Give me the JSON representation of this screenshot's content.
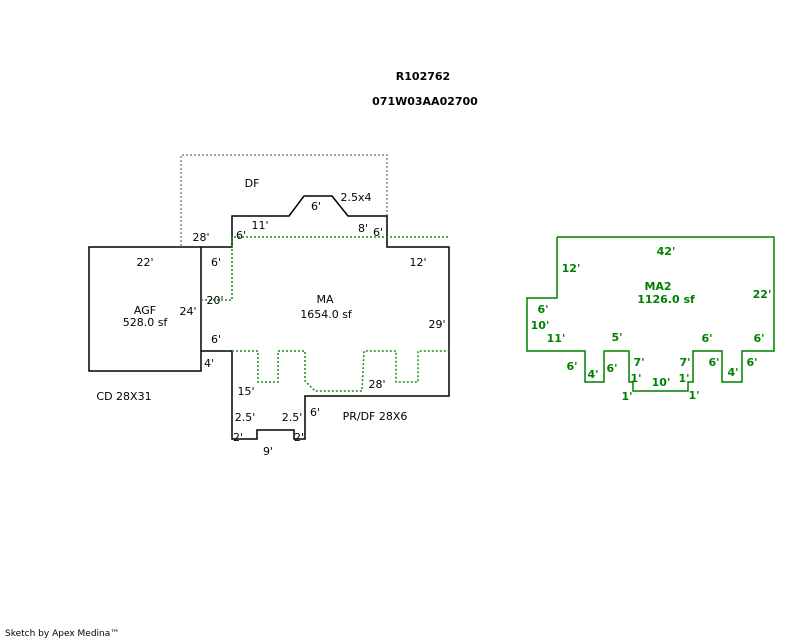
{
  "header": {
    "record_id": "R102762",
    "map_number": "071W03AA02700"
  },
  "footer": {
    "credit": "Sketch by Apex Medina™"
  },
  "colors": {
    "main_outline": "#000000",
    "dotted_outline": "#1a8a1a",
    "deck_outline": "#888888",
    "ma2_outline": "#008000"
  },
  "labels": {
    "df": "DF",
    "bump_2_5x4": "2.5x4",
    "bump_top_6": "6'",
    "ma_11": "11'",
    "ma_8": "8'",
    "ma_6_right": "6'",
    "ma_28_top": "28'",
    "ma_6_left_top": "6'",
    "ma_12": "12'",
    "ma_name": "MA",
    "ma_area": "1654.0 sf",
    "ma_29": "29'",
    "ma_6_left_mid": "6'",
    "ma_20": "20'",
    "ma_6_left_low": "6'",
    "agf_22": "22'",
    "agf_name": "AGF",
    "agf_area": "528.0 sf",
    "agf_24": "24'",
    "agf_4": "4'",
    "cd": "CD 28X31",
    "pr_15": "15'",
    "pr_28": "28'",
    "pr_2_5_left": "2.5'",
    "pr_2_5_right": "2.5'",
    "pr_6": "6'",
    "prdf": "PR/DF 28X6",
    "pr_2_left": "2'",
    "pr_2_right": "2'",
    "pr_9": "9'"
  },
  "ma2": {
    "top_42": "42'",
    "left_12": "12'",
    "name": "MA2",
    "area": "1126.0 sf",
    "right_22": "22'",
    "left_6": "6'",
    "left_10": "10'",
    "bottom_11": "11'",
    "bottom_5": "5'",
    "right_6a": "6'",
    "right_6b": "6'",
    "notch_6a": "6'",
    "notch_4a": "4'",
    "notch_6b": "6'",
    "seven_left": "7'",
    "seven_right": "7'",
    "one_a": "1'",
    "one_b": "1'",
    "ten": "10'",
    "one_c": "1'",
    "one_d": "1'",
    "notch_6c": "6'",
    "notch_4b": "4'",
    "notch_6d": "6'"
  }
}
